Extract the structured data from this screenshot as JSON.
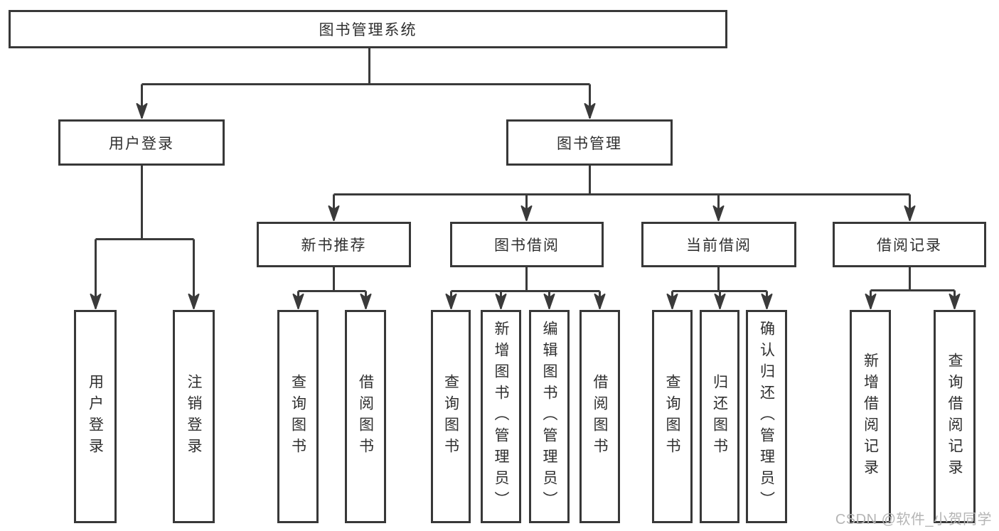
{
  "diagram": {
    "type": "hierarchy-tree",
    "root": {
      "label": "图书管理系统",
      "children": [
        {
          "label": "用户登录",
          "children": [
            {
              "label": "用户登录"
            },
            {
              "label": "注销登录"
            }
          ]
        },
        {
          "label": "图书管理",
          "children": [
            {
              "label": "新书推荐",
              "children": [
                {
                  "label": "查询图书"
                },
                {
                  "label": "借阅图书"
                }
              ]
            },
            {
              "label": "图书借阅",
              "children": [
                {
                  "label": "查询图书"
                },
                {
                  "label": "新增图书（管理员）"
                },
                {
                  "label": "编辑图书（管理员）"
                },
                {
                  "label": "借阅图书"
                }
              ]
            },
            {
              "label": "当前借阅",
              "children": [
                {
                  "label": "查询图书"
                },
                {
                  "label": "归还图书"
                },
                {
                  "label": "确认归还（管理员）"
                }
              ]
            },
            {
              "label": "借阅记录",
              "children": [
                {
                  "label": "新增借阅记录"
                },
                {
                  "label": "查询借阅记录"
                }
              ]
            }
          ]
        }
      ]
    },
    "watermark": "CSDN @软件_小贺同学"
  },
  "colors": {
    "line": "#3a3a3a",
    "box_border": "#383838",
    "text": "#2f2f2f",
    "watermark": "#b5b5b5",
    "background": "#ffffff"
  }
}
